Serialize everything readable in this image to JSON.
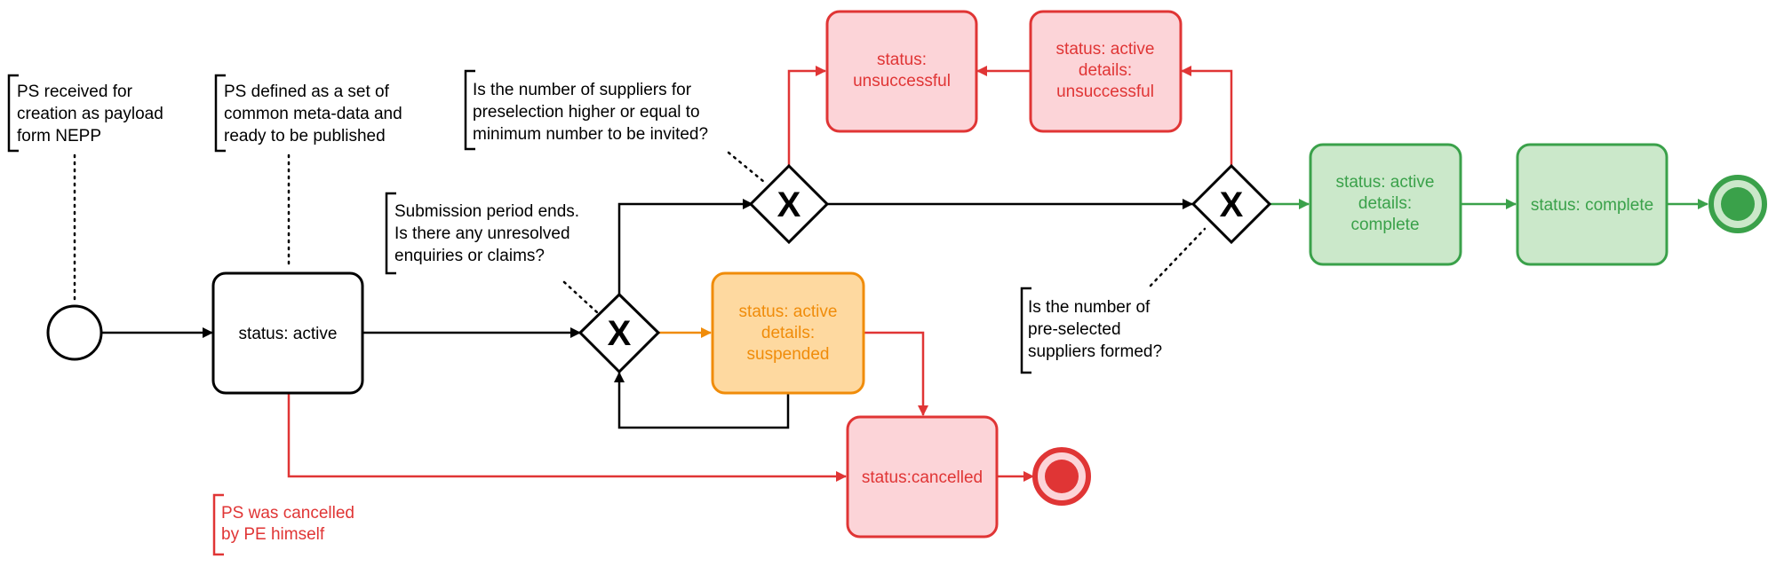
{
  "colors": {
    "black": "#000000",
    "red_stroke": "#e03535",
    "red_fill": "#fcd4d8",
    "orange_stroke": "#f08c0a",
    "orange_fill": "#fed9a0",
    "green_stroke": "#3aa14a",
    "green_fill": "#cbe8ca"
  },
  "tasks": {
    "active": [
      "status: active"
    ],
    "suspended": [
      "status: active",
      "details:",
      "suspended"
    ],
    "unsuccessful": [
      "status:",
      "unsuccessful"
    ],
    "active_unsuccessful": [
      "status: active",
      "details:",
      "unsuccessful"
    ],
    "cancelled": [
      "status:cancelled"
    ],
    "active_complete": [
      "status: active",
      "details:",
      "complete"
    ],
    "complete": [
      "status: complete"
    ]
  },
  "gateways": {
    "g1": "X",
    "g2": "X",
    "g3": "X"
  },
  "annotations": {
    "received": [
      "PS received for",
      "creation as payload",
      "form NEPP"
    ],
    "defined": [
      "PS defined as a set of",
      "common meta-data and",
      "ready to be published"
    ],
    "submission": [
      "Submission period ends.",
      "Is there any unresolved",
      "enquiries or claims?"
    ],
    "minimum": [
      "Is the number of suppliers for",
      "preselection higher or equal to",
      "minimum number to be invited?"
    ],
    "formed": [
      "Is the number of",
      "pre-selected",
      "suppliers formed?"
    ],
    "cancelled_by": [
      "PS was cancelled",
      "by PE himself"
    ]
  }
}
